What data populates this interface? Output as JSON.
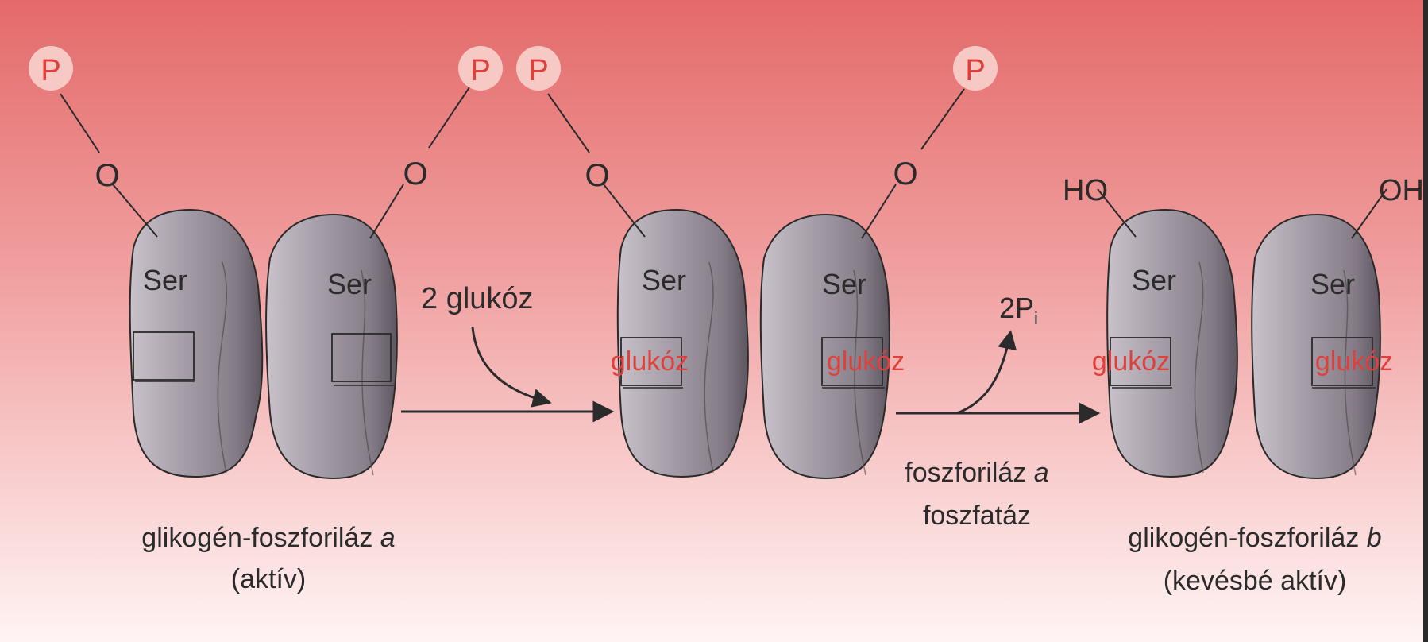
{
  "colors": {
    "bg_top": "#e46a6a",
    "bg_bottom": "#fff4f4",
    "accent_red": "#e0403c",
    "phosphate_fill": "#f7c9c4",
    "subunit_light": "#c3bcc4",
    "subunit_dark": "#6e6670",
    "ink": "#2b2b2b"
  },
  "labels": {
    "phosphate": "P",
    "oxygen": "O",
    "ser": "Ser",
    "hydroxyl_left": "HO",
    "hydroxyl_right": "OH",
    "glucose": "glukóz",
    "glucose_added": "2 glukóz",
    "pi_main": "2P",
    "pi_sub": "i"
  },
  "captions": {
    "enzyme_a_name": "glikogén-foszforiláz ",
    "enzyme_a_letter": "a",
    "enzyme_a_state": "(aktív)",
    "phosphatase_line1": "foszforiláz ",
    "phosphatase_letter": "a",
    "phosphatase_line2": "foszfatáz",
    "enzyme_b_name": "glikogén-foszforiláz ",
    "enzyme_b_letter": "b",
    "enzyme_b_state": "(kevésbé aktív)"
  }
}
